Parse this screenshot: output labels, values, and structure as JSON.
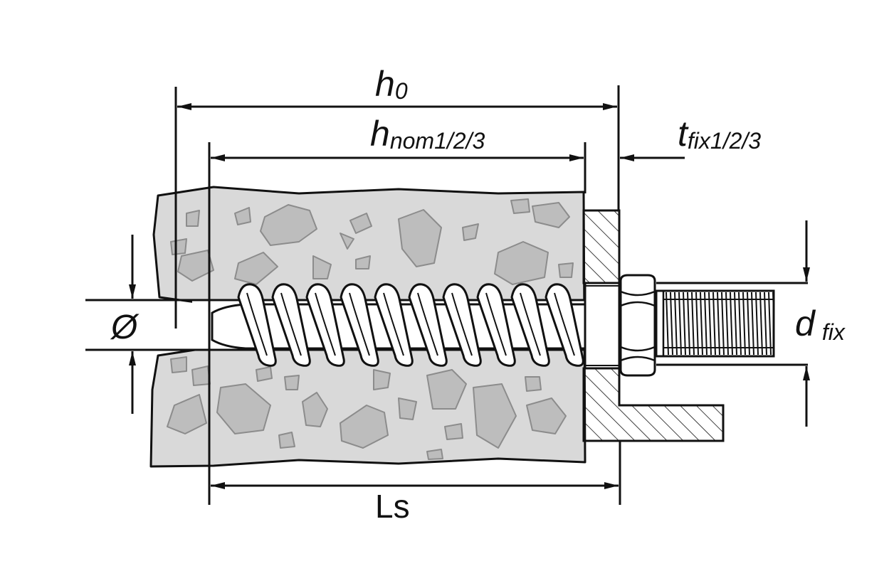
{
  "labels": {
    "h0": {
      "main": "h",
      "sub": "0"
    },
    "hnom": {
      "main": "h",
      "sub": "nom1/2/3"
    },
    "tfix": {
      "main": "t",
      "sub": "fix1/2/3"
    },
    "dfix": {
      "main": "d",
      "sub": "fix"
    },
    "diameter": "Ø",
    "ls": "Ls"
  },
  "colors": {
    "line": "#111111",
    "concrete": "#d9d9d9",
    "stone": "#bdbdbd",
    "stone_edge": "#8c8c8c",
    "steel": "#ffffff"
  }
}
